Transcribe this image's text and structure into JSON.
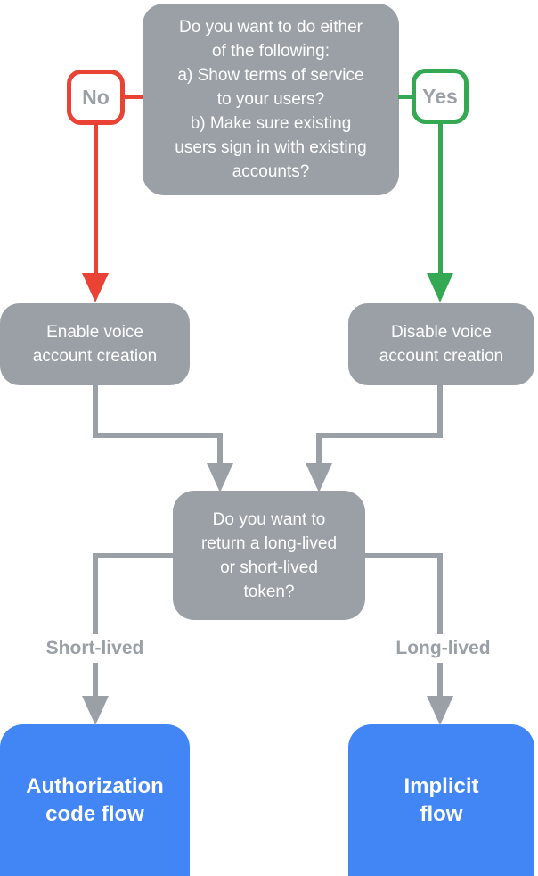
{
  "title": "Voice account creation and OAuth flow decision flowchart",
  "colors": {
    "node_gray": "#9AA0A6",
    "result_blue": "#4285F4",
    "no_red": "#EA4335",
    "yes_green": "#34A853",
    "badge_text_gray": "#9AA0A6",
    "node_text": "#FFFFFF",
    "background": "#FFFFFF"
  },
  "nodes": {
    "question_top": {
      "text": "Do you want to do either\nof the following:\na) Show terms of service\nto your users?\nb) Make sure existing\nusers sign in with existing\naccounts?"
    },
    "no_badge": {
      "label": "No"
    },
    "yes_badge": {
      "label": "Yes"
    },
    "enable": {
      "text": "Enable voice\naccount creation"
    },
    "disable": {
      "text": "Disable voice\naccount creation"
    },
    "question_token": {
      "text": "Do you want to\nreturn a long-lived\nor short-lived\ntoken?"
    },
    "short_label": {
      "text": "Short-lived"
    },
    "long_label": {
      "text": "Long-lived"
    },
    "auth_flow": {
      "text": "Authorization\ncode flow"
    },
    "implicit_flow": {
      "text": "Implicit\nflow"
    }
  }
}
